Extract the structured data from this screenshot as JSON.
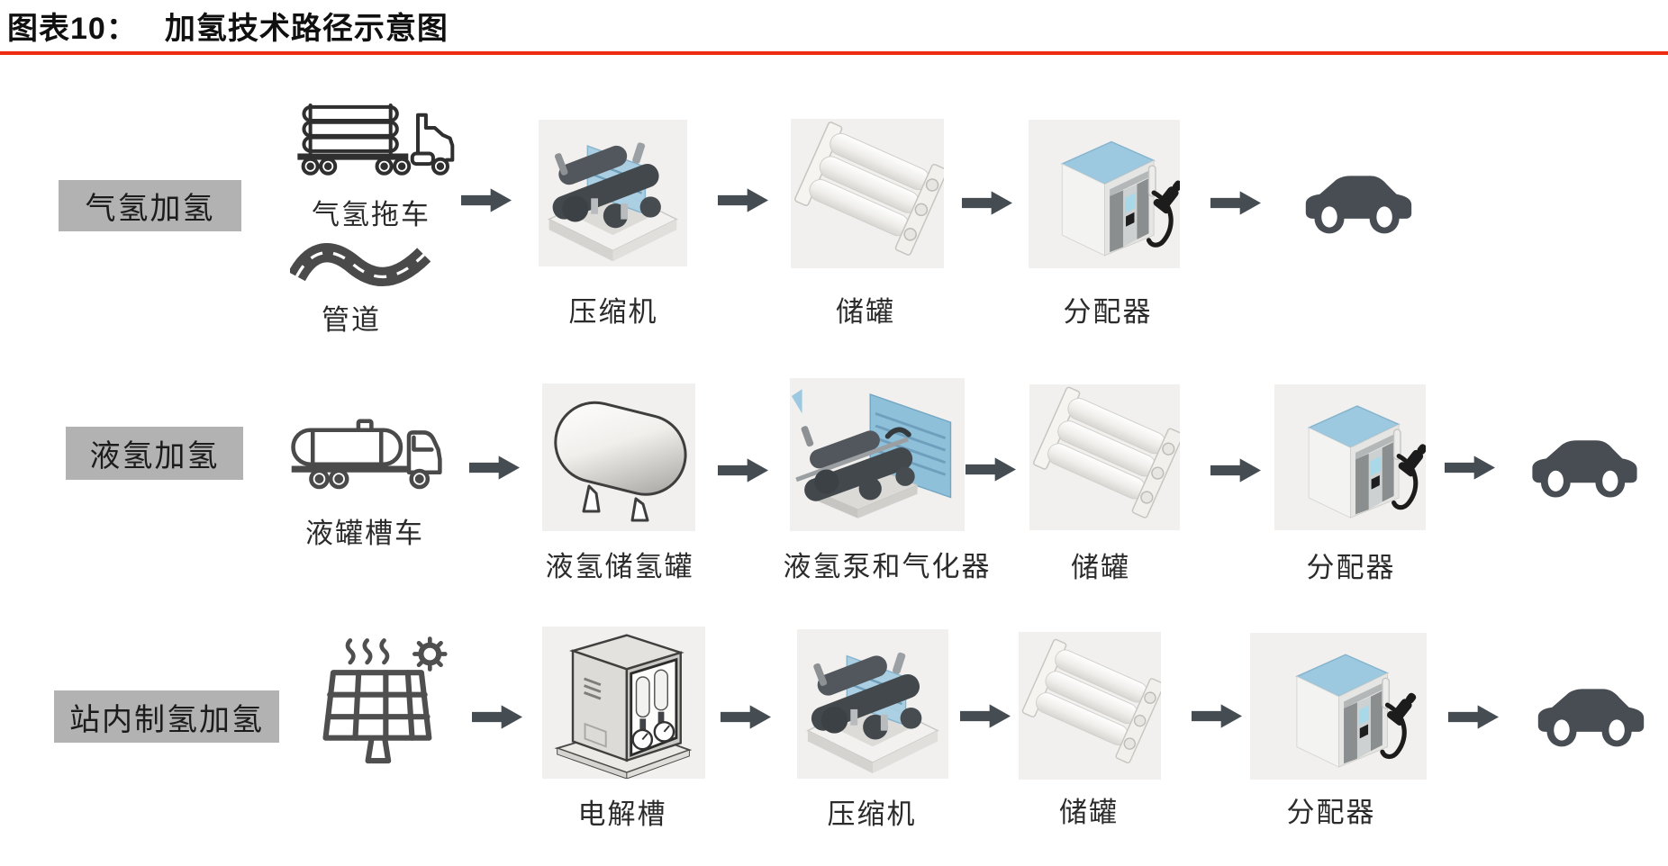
{
  "figure": {
    "label": "图表10：",
    "title": "加氢技术路径示意图"
  },
  "colors": {
    "divider_red": "#ed2c12",
    "row_label_bg": "#b2b2b2",
    "arrow_gray": "#454c52",
    "tile_bg": "#f2f0ee",
    "car_gray": "#474d52",
    "dispenser_blue": "#9cc8e0",
    "vaporizer_blue": "#8fc0da"
  },
  "rows": [
    {
      "label": "气氢加氢",
      "sources": [
        {
          "icon": "tube-trailer-truck-icon",
          "label": "气氢拖车"
        },
        {
          "icon": "pipeline-road-icon",
          "label": "管道"
        }
      ],
      "steps": [
        {
          "icon": "compressor-icon",
          "label": "压缩机"
        },
        {
          "icon": "storage-tank-icon",
          "label": "储罐"
        },
        {
          "icon": "dispenser-icon",
          "label": "分配器"
        }
      ],
      "destination": {
        "icon": "car-icon"
      }
    },
    {
      "label": "液氢加氢",
      "sources": [
        {
          "icon": "tanker-truck-icon",
          "label": "液罐槽车"
        }
      ],
      "steps": [
        {
          "icon": "liquid-hydrogen-tank-icon",
          "label": "液氢储氢罐"
        },
        {
          "icon": "pump-vaporizer-icon",
          "label": "液氢泵和气化器"
        },
        {
          "icon": "storage-tank-icon",
          "label": "储罐"
        },
        {
          "icon": "dispenser-icon",
          "label": "分配器"
        }
      ],
      "destination": {
        "icon": "car-icon"
      }
    },
    {
      "label": "站内制氢加氢",
      "sources": [
        {
          "icon": "solar-panel-icon",
          "label": ""
        }
      ],
      "steps": [
        {
          "icon": "electrolyzer-icon",
          "label": "电解槽"
        },
        {
          "icon": "compressor-icon",
          "label": "压缩机"
        },
        {
          "icon": "storage-tank-icon",
          "label": "储罐"
        },
        {
          "icon": "dispenser-icon",
          "label": "分配器"
        }
      ],
      "destination": {
        "icon": "car-icon"
      }
    }
  ]
}
